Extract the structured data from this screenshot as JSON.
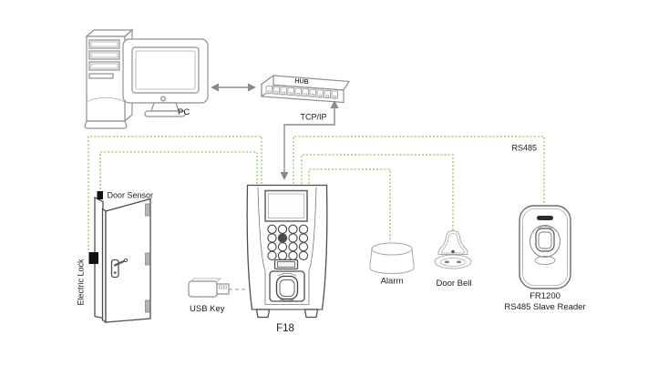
{
  "labels": {
    "pc": "PC",
    "hub": "HUB",
    "tcpip": "TCP/IP",
    "rs485": "RS485",
    "door_sensor": "Door Sensor",
    "electric_lock": "Electric Lock",
    "usb_key": "USB Key",
    "f18": "F18",
    "alarm": "Alarm",
    "door_bell": "Door Bell",
    "fr1200_line1": "FR1200",
    "fr1200_line2": "RS485 Slave Reader"
  },
  "colors": {
    "wire_green": "#93C462",
    "line_gray": "#8A8A8A",
    "device_gray": "#8F8F8F",
    "dark_gray": "#4E4E4E",
    "text_black": "#1C1C1C",
    "fill_black": "#111111"
  },
  "connections": [
    {
      "from": "PC",
      "to": "HUB",
      "label": ""
    },
    {
      "from": "HUB",
      "to": "F18",
      "label": "TCP/IP"
    },
    {
      "from": "F18",
      "to": "Door Sensor",
      "label": ""
    },
    {
      "from": "F18",
      "to": "Electric Lock",
      "label": ""
    },
    {
      "from": "F18",
      "to": "USB Key",
      "label": ""
    },
    {
      "from": "F18",
      "to": "Alarm",
      "label": ""
    },
    {
      "from": "F18",
      "to": "Door Bell",
      "label": ""
    },
    {
      "from": "F18",
      "to": "FR1200 RS485 Slave Reader",
      "label": "RS485"
    }
  ]
}
